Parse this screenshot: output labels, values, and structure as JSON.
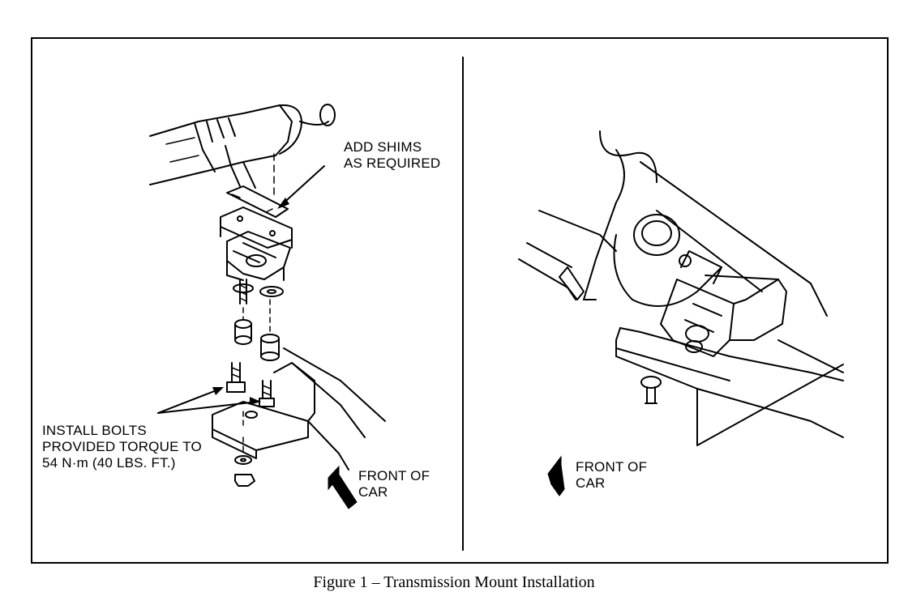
{
  "left_panel": {
    "shims_label": "ADD SHIMS\nAS REQUIRED",
    "bolts_label": "INSTALL BOLTS\nPROVIDED TORQUE TO\n54 N·m (40 LBS. FT.)",
    "front_label": "FRONT OF\nCAR"
  },
  "right_panel": {
    "front_label": "FRONT OF\nCAR"
  },
  "caption": "Figure 1 – Transmission Mount Installation"
}
